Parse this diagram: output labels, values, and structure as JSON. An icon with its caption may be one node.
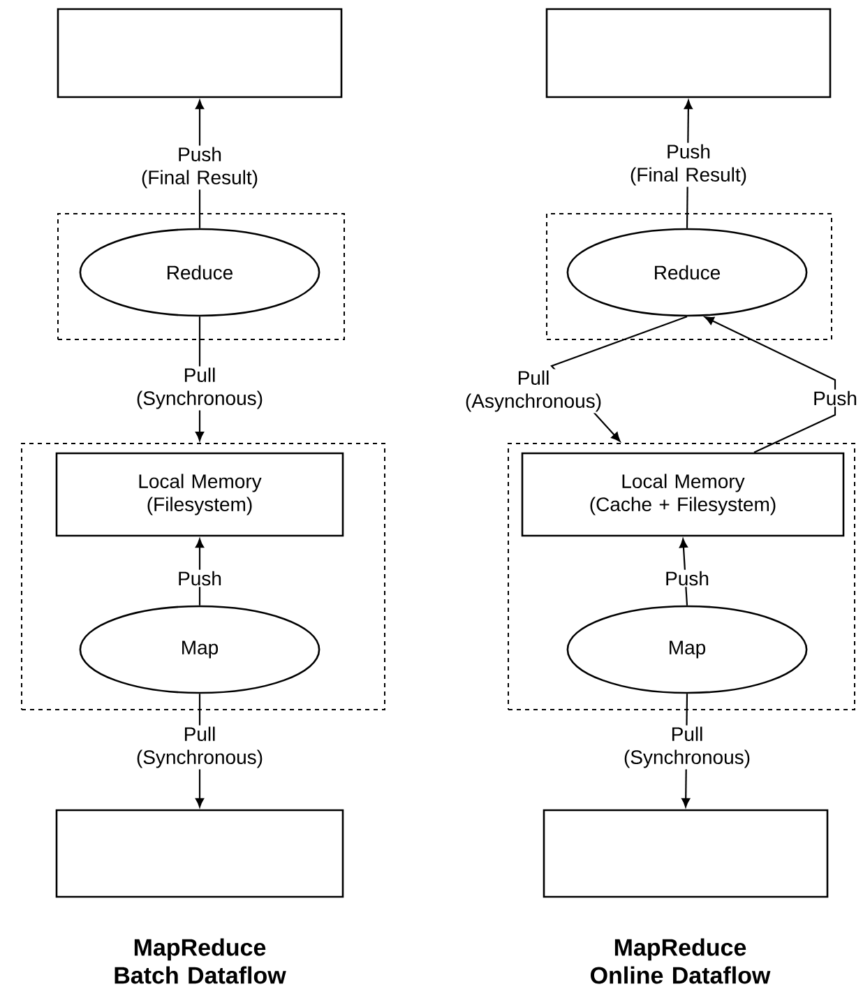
{
  "diagram": {
    "nodes": [
      {
        "text": [],
        "shape": "box"
      },
      {
        "text": [],
        "shape": "box"
      },
      {
        "text": [
          "Reduce"
        ],
        "in": 1
      },
      {
        "text": [],
        "shape": "box"
      },
      {
        "text": [
          "Local Memory (Filesystem)"
        ],
        "in": 3
      },
      {
        "text": [
          "Map"
        ],
        "in": 3
      },
      {
        "text": [],
        "shape": "box"
      },
      {
        "text": [],
        "shape": "box"
      },
      {
        "text": [],
        "shape": "box"
      },
      {
        "text": [
          "Reduce"
        ],
        "in": 8
      },
      {
        "text": [],
        "shape": "box"
      },
      {
        "text": [
          "Local Memory (Cache + Filesystem)"
        ],
        "in": 10
      },
      {
        "text": [
          "Map"
        ],
        "in": 10
      },
      {
        "text": [],
        "shape": "box"
      }
    ],
    "edges": [
      {
        "from": 2,
        "to": 0,
        "arrow": "to",
        "label": "Push (Final Result)"
      },
      {
        "from": 2,
        "to": 3,
        "arrow": "to",
        "label": "Pull (Synchronous)"
      },
      {
        "from": 5,
        "to": 4,
        "arrow": "to",
        "label": "Push"
      },
      {
        "from": 5,
        "to": 6,
        "arrow": "to",
        "label": "Pull (Synchronous)"
      },
      {
        "from": 9,
        "to": 7,
        "arrow": "to",
        "label": "Push (Final Result)"
      },
      {
        "from": 9,
        "to": 10,
        "arrow": "to",
        "label": "Pull (Asynchronous)"
      },
      {
        "from": 11,
        "to": 9,
        "arrow": "to",
        "label": "Push"
      },
      {
        "from": 12,
        "to": 11,
        "arrow": "to",
        "label": "Push"
      },
      {
        "from": 12,
        "to": 13,
        "arrow": "to",
        "label": "Pull (Synchronous)"
      }
    ],
    "labels": [
      "MapReduce Batch Dataflow",
      "MapReduce Online Dataflow"
    ]
  }
}
